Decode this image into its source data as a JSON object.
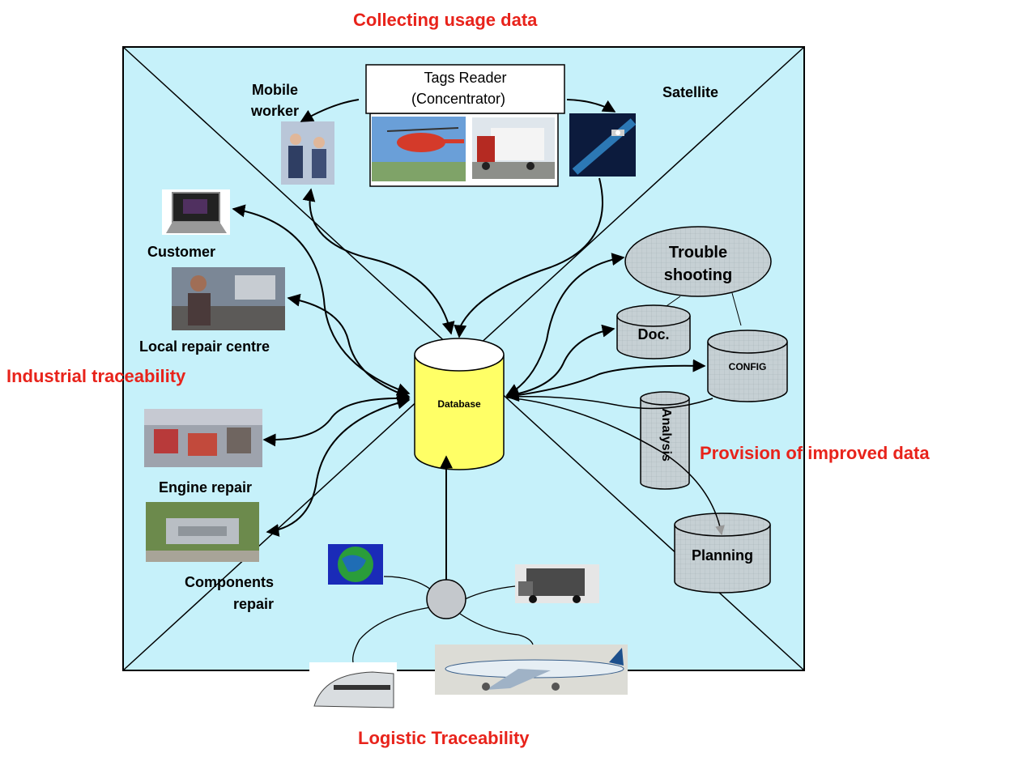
{
  "headings": {
    "top": "Collecting usage data",
    "left": "Industrial traceability",
    "right": "Provision of improved data",
    "bottom": "Logistic Traceability"
  },
  "nodes": {
    "tags_reader_line1": "Tags Reader",
    "tags_reader_line2": "(Concentrator)",
    "mobile_worker": "Mobile\nworker",
    "satellite": "Satellite",
    "customer": "Customer",
    "local_repair": "Local repair centre",
    "engine_repair": "Engine repair",
    "components_repair": "Components\nrepair",
    "database": "Database",
    "trouble_shooting": "Trouble\nshooting",
    "doc": "Doc.",
    "config": "CONFIG",
    "analysis": "Analysis",
    "planning": "Planning"
  },
  "colors": {
    "background": "#c6f1fa",
    "heading_red": "#e8231b",
    "database_fill": "#ffff66",
    "cylinder_fill": "#c6d0d4",
    "hub_fill": "#c4c8cc"
  },
  "icons": [
    "helicopter-photo-icon",
    "truck-photo-icon",
    "satellite-photo-icon",
    "mobile-worker-photo-icon",
    "laptop-icon",
    "customer-photo-icon",
    "engine-repair-photo-icon",
    "components-repair-photo-icon",
    "globe-icon",
    "van-photo-icon",
    "train-photo-icon",
    "airplane-photo-icon"
  ]
}
